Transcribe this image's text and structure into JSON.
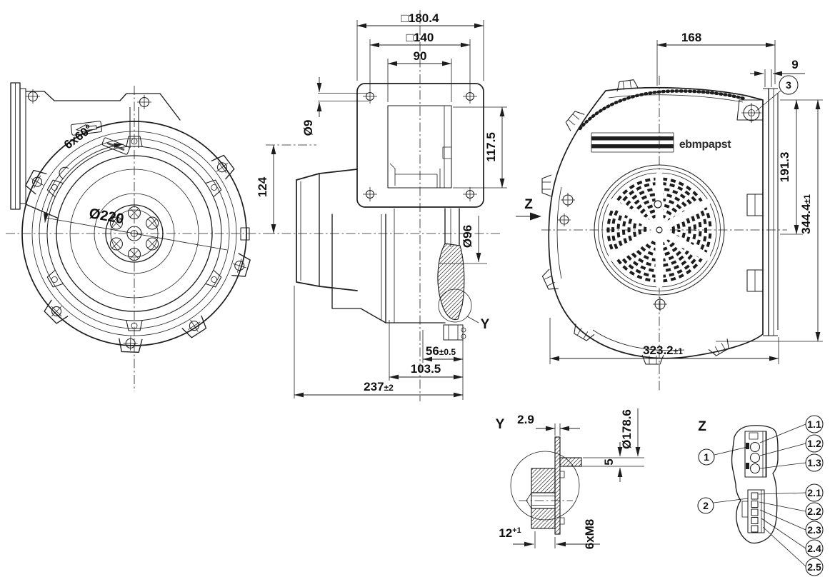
{
  "page": {
    "background": "#ffffff",
    "line_color": "#1d1d1d"
  },
  "front_view": {
    "dim_bolt_circle": "Ø220",
    "dim_hole_pattern": "6x60°"
  },
  "side_view": {
    "dim_flange_outer": "□180.4",
    "dim_hole_centers": "□140",
    "dim_outlet_width": "90",
    "dim_hole_dia": "Ø9",
    "dim_opening_height": "117.5",
    "dim_axis_height": "124",
    "dim_outlet_dia": "Ø96",
    "dim_face_value": "56",
    "dim_face_tol": "±0.5",
    "dim_step_depth": "103.5",
    "dim_total_depth_value": "237",
    "dim_total_depth_tol": "±2",
    "detail_ref": "Y"
  },
  "back_view": {
    "logo": "ebmpapst",
    "dim_top_width": "168",
    "dim_flange_thickness": "9",
    "dim_upper_height": "191.3",
    "dim_total_height_value": "344.4",
    "dim_total_height_tol": "±1",
    "dim_total_width_value": "323.2",
    "dim_total_width_tol": "±1",
    "screw_callout": "3",
    "view_ref": "Z"
  },
  "detail_y": {
    "title": "Y",
    "dim_wall": "2.9",
    "dim_spigot_dia": "Ø178.6",
    "dim_spigot_height": "5",
    "dim_thread_depth": "12",
    "dim_thread_depth_tol": "+1",
    "dim_thread_spec": "6xM8"
  },
  "detail_z": {
    "title": "Z",
    "connector_1_label": "1",
    "connector_2_label": "2",
    "pins_1": [
      "1.1",
      "1.2",
      "1.3"
    ],
    "pins_2": [
      "2.1",
      "2.2",
      "2.3",
      "2.4",
      "2.5"
    ]
  }
}
